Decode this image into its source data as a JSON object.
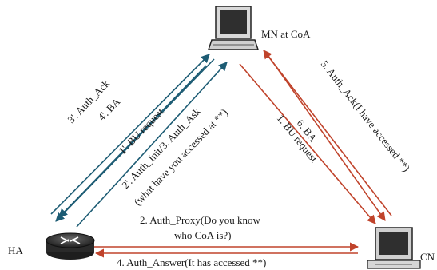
{
  "colors": {
    "red": "#c0432b",
    "teal": "#1d5c74"
  },
  "nodes": {
    "mn": {
      "label": "MN at CoA",
      "icon": "laptop-icon"
    },
    "ha": {
      "label": "HA",
      "icon": "router-icon"
    },
    "cn": {
      "label": "CN",
      "icon": "desktop-computer-icon"
    }
  },
  "messages": {
    "m1_bu_request_cn": "1. BU request",
    "m1p_bu_request_ha": "1'. BU request",
    "m2p_auth_init": "2'. Auth_Init/3. Auth_Ask",
    "m2p_auth_init_sub": "(what have you accessed at **)",
    "m2_auth_proxy": "2. Auth_Proxy(Do you know",
    "m2_auth_proxy_sub": "who CoA is?)",
    "m3p_auth_ack": "3'. Auth_Ack",
    "m4_auth_answer": "4. Auth_Answer(It has accessed **)",
    "m4p_ba": "4'. BA",
    "m5_auth_ack": "5. Auth_Ack(I have accessed **)",
    "m6_ba": "6. BA"
  }
}
